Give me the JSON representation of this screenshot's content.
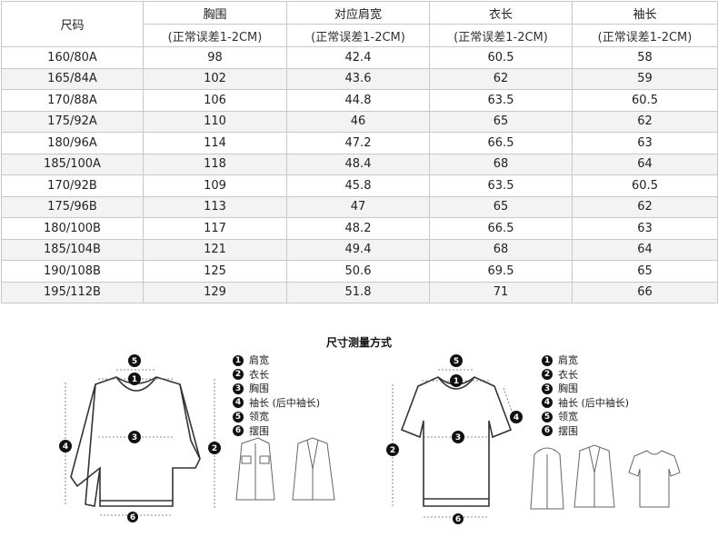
{
  "table": {
    "headers": [
      {
        "main": "尺码",
        "sub": ""
      },
      {
        "main": "胸围",
        "sub": "(正常误差1-2CM)"
      },
      {
        "main": "对应肩宽",
        "sub": "(正常误差1-2CM)"
      },
      {
        "main": "衣长",
        "sub": "(正常误差1-2CM)"
      },
      {
        "main": "袖长",
        "sub": "(正常误差1-2CM)"
      }
    ],
    "rows": [
      [
        "160/80A",
        "98",
        "42.4",
        "60.5",
        "58"
      ],
      [
        "165/84A",
        "102",
        "43.6",
        "62",
        "59"
      ],
      [
        "170/88A",
        "106",
        "44.8",
        "63.5",
        "60.5"
      ],
      [
        "175/92A",
        "110",
        "46",
        "65",
        "62"
      ],
      [
        "180/96A",
        "114",
        "47.2",
        "66.5",
        "63"
      ],
      [
        "185/100A",
        "118",
        "48.4",
        "68",
        "64"
      ],
      [
        "170/92B",
        "109",
        "45.8",
        "63.5",
        "60.5"
      ],
      [
        "175/96B",
        "113",
        "47",
        "65",
        "62"
      ],
      [
        "180/100B",
        "117",
        "48.2",
        "66.5",
        "63"
      ],
      [
        "185/104B",
        "121",
        "49.4",
        "68",
        "64"
      ],
      [
        "190/108B",
        "125",
        "50.6",
        "69.5",
        "65"
      ],
      [
        "195/112B",
        "129",
        "51.8",
        "71",
        "66"
      ]
    ]
  },
  "measure": {
    "title": "尺寸测量方式",
    "legend": [
      {
        "n": "1",
        "label": "肩宽"
      },
      {
        "n": "2",
        "label": "衣长"
      },
      {
        "n": "3",
        "label": "胸围"
      },
      {
        "n": "4",
        "label": "袖长 (后中袖长)"
      },
      {
        "n": "5",
        "label": "领宽"
      },
      {
        "n": "6",
        "label": "摆围"
      }
    ]
  }
}
